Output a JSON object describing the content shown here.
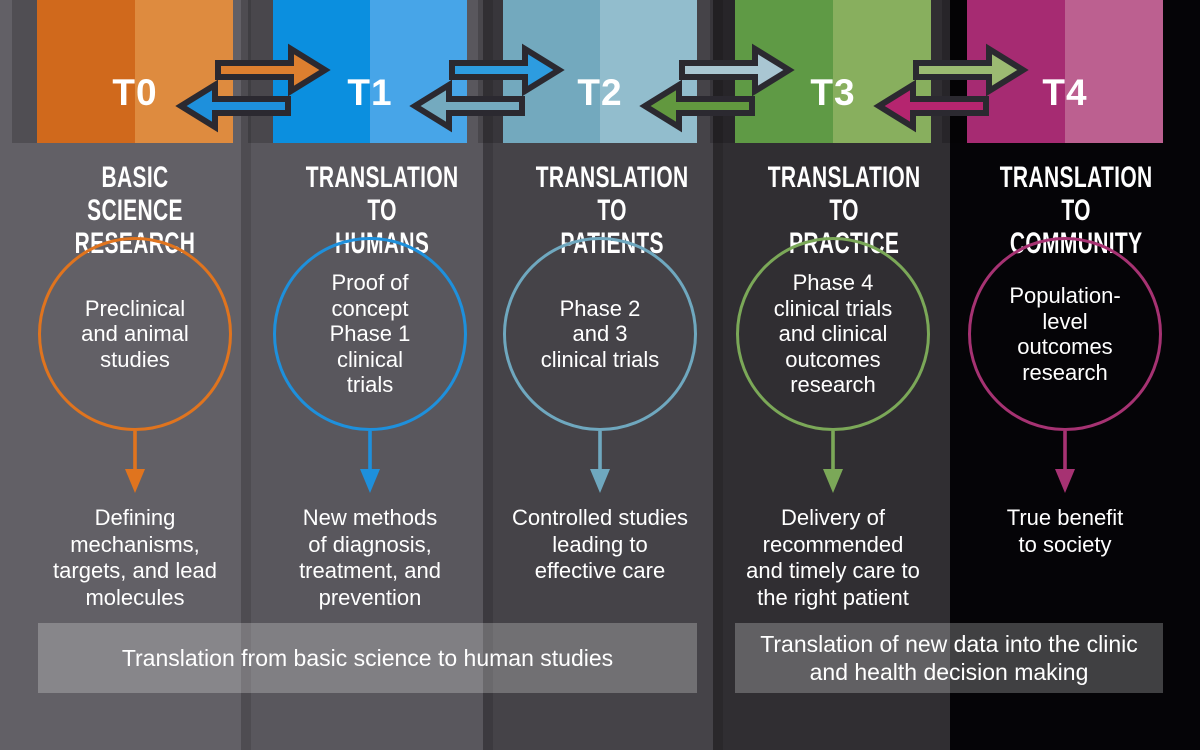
{
  "columns": [
    {
      "id": "t0",
      "label": "T0",
      "subtitle": "BASIC SCIENCE\nRESEARCH",
      "circle_text": "Preclinical\nand animal\nstudies",
      "outcome_text": "Defining\nmechanisms,\ntargets, and lead\nmolecules",
      "colors": {
        "column_bg": "#626066",
        "block_dark": "#D0691C",
        "block_light": "#DE8B3F",
        "accent": "#E0741E"
      }
    },
    {
      "id": "t1",
      "label": "T1",
      "subtitle": "TRANSLATION TO\nHUMANS",
      "circle_text": "Proof of\nconcept\nPhase 1\nclinical\ntrials",
      "outcome_text": "New methods\nof diagnosis,\ntreatment, and\nprevention",
      "colors": {
        "column_bg": "#59575D",
        "block_dark": "#0B8FDF",
        "block_light": "#47A5E8",
        "accent": "#1E90DC"
      }
    },
    {
      "id": "t2",
      "label": "T2",
      "subtitle": "TRANSLATION TO\nPATIENTS",
      "circle_text": "Phase 2\nand 3\nclinical trials",
      "outcome_text": "Controlled studies\nleading to\neffective care",
      "colors": {
        "column_bg": "#454348",
        "block_dark": "#73A9BE",
        "block_light": "#92BDCD",
        "accent": "#6FA8BF"
      }
    },
    {
      "id": "t3",
      "label": "T3",
      "subtitle": "TRANSLATION TO\nPRACTICE",
      "circle_text": "Phase 4\nclinical trials\nand clinical\noutcomes\nresearch",
      "outcome_text": "Delivery of\nrecommended\nand timely care to\nthe right patient",
      "colors": {
        "column_bg": "#302E32",
        "block_dark": "#5F9A45",
        "block_light": "#88AF5E",
        "accent": "#7BA858"
      }
    },
    {
      "id": "t4",
      "label": "T4",
      "subtitle": "TRANSLATION TO\nCOMMUNITY",
      "circle_text": "Population-\nlevel\noutcomes\nresearch",
      "outcome_text": "True benefit\nto society",
      "colors": {
        "column_bg": "#050407",
        "block_dark": "#A62B72",
        "block_light": "#BC6090",
        "accent": "#A63272"
      }
    }
  ],
  "gap_arrows": [
    {
      "from": "T0",
      "to": "T1",
      "right_color": "#DD7F2F",
      "left_color": "#1E90DC"
    },
    {
      "from": "T1",
      "to": "T2",
      "right_color": "#2D9CE0",
      "left_color": "#74AABF"
    },
    {
      "from": "T2",
      "to": "T3",
      "right_color": "#A9C6D2",
      "left_color": "#62983F"
    },
    {
      "from": "T3",
      "to": "T4",
      "right_color": "#9CBA72",
      "left_color": "#B5256F"
    }
  ],
  "arrow_outline": "#2B2930",
  "footer_bars": [
    {
      "text": "Translation from basic science to human studies",
      "bg": "rgba(255,255,255,0.24)"
    },
    {
      "text": "Translation of new data into the clinic\nand health decision making",
      "bg": "rgba(255,255,255,0.24)"
    }
  ]
}
